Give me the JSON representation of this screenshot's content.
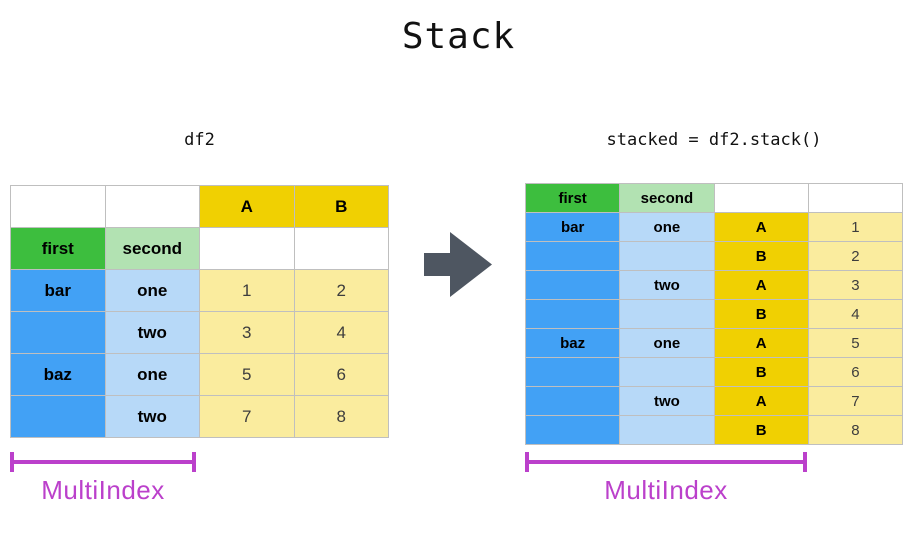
{
  "title": "Stack",
  "colors": {
    "green": "#3dbe3e",
    "lightgreen": "#b2e2b2",
    "blue": "#42a1f5",
    "lightblue": "#b7d9f8",
    "gold": "#f0d002",
    "lightyellow": "#faec9e",
    "magenta": "#bb40cb",
    "arrow": "#4e5661",
    "border": "#bfbfbf"
  },
  "arrow_icon": "right-arrow",
  "left": {
    "label": "df2",
    "multiindex_label": "MultiIndex",
    "rows": [
      [
        {
          "text": "",
          "style": "white"
        },
        {
          "text": "",
          "style": "white"
        },
        {
          "text": "A",
          "style": "gold hdr"
        },
        {
          "text": "B",
          "style": "gold hdr"
        }
      ],
      [
        {
          "text": "first",
          "style": "green hdr"
        },
        {
          "text": "second",
          "style": "lightgreen hdr"
        },
        {
          "text": "",
          "style": "white"
        },
        {
          "text": "",
          "style": "white"
        }
      ],
      [
        {
          "text": "bar",
          "style": "blue hdr"
        },
        {
          "text": "one",
          "style": "lightblue hdr"
        },
        {
          "text": "1",
          "style": "lightyellow val"
        },
        {
          "text": "2",
          "style": "lightyellow val"
        }
      ],
      [
        {
          "text": "",
          "style": "blue hdr"
        },
        {
          "text": "two",
          "style": "lightblue hdr"
        },
        {
          "text": "3",
          "style": "lightyellow val"
        },
        {
          "text": "4",
          "style": "lightyellow val"
        }
      ],
      [
        {
          "text": "baz",
          "style": "blue hdr"
        },
        {
          "text": "one",
          "style": "lightblue hdr"
        },
        {
          "text": "5",
          "style": "lightyellow val"
        },
        {
          "text": "6",
          "style": "lightyellow val"
        }
      ],
      [
        {
          "text": "",
          "style": "blue hdr"
        },
        {
          "text": "two",
          "style": "lightblue hdr"
        },
        {
          "text": "7",
          "style": "lightyellow val"
        },
        {
          "text": "8",
          "style": "lightyellow val"
        }
      ]
    ]
  },
  "right": {
    "label": "stacked = df2.stack()",
    "multiindex_label": "MultiIndex",
    "rows": [
      [
        {
          "text": "first",
          "style": "green hdr"
        },
        {
          "text": "second",
          "style": "lightgreen hdr"
        },
        {
          "text": "",
          "style": "white"
        },
        {
          "text": "",
          "style": "white"
        }
      ],
      [
        {
          "text": "bar",
          "style": "blue hdr"
        },
        {
          "text": "one",
          "style": "lightblue hdr"
        },
        {
          "text": "A",
          "style": "gold hdr"
        },
        {
          "text": "1",
          "style": "lightyellow val"
        }
      ],
      [
        {
          "text": "",
          "style": "blue hdr"
        },
        {
          "text": "",
          "style": "lightblue hdr"
        },
        {
          "text": "B",
          "style": "gold hdr"
        },
        {
          "text": "2",
          "style": "lightyellow val"
        }
      ],
      [
        {
          "text": "",
          "style": "blue hdr"
        },
        {
          "text": "two",
          "style": "lightblue hdr"
        },
        {
          "text": "A",
          "style": "gold hdr"
        },
        {
          "text": "3",
          "style": "lightyellow val"
        }
      ],
      [
        {
          "text": "",
          "style": "blue hdr"
        },
        {
          "text": "",
          "style": "lightblue hdr"
        },
        {
          "text": "B",
          "style": "gold hdr"
        },
        {
          "text": "4",
          "style": "lightyellow val"
        }
      ],
      [
        {
          "text": "baz",
          "style": "blue hdr"
        },
        {
          "text": "one",
          "style": "lightblue hdr"
        },
        {
          "text": "A",
          "style": "gold hdr"
        },
        {
          "text": "5",
          "style": "lightyellow val"
        }
      ],
      [
        {
          "text": "",
          "style": "blue hdr"
        },
        {
          "text": "",
          "style": "lightblue hdr"
        },
        {
          "text": "B",
          "style": "gold hdr"
        },
        {
          "text": "6",
          "style": "lightyellow val"
        }
      ],
      [
        {
          "text": "",
          "style": "blue hdr"
        },
        {
          "text": "two",
          "style": "lightblue hdr"
        },
        {
          "text": "A",
          "style": "gold hdr"
        },
        {
          "text": "7",
          "style": "lightyellow val"
        }
      ],
      [
        {
          "text": "",
          "style": "blue hdr"
        },
        {
          "text": "",
          "style": "lightblue hdr"
        },
        {
          "text": "B",
          "style": "gold hdr"
        },
        {
          "text": "8",
          "style": "lightyellow val"
        }
      ]
    ]
  }
}
